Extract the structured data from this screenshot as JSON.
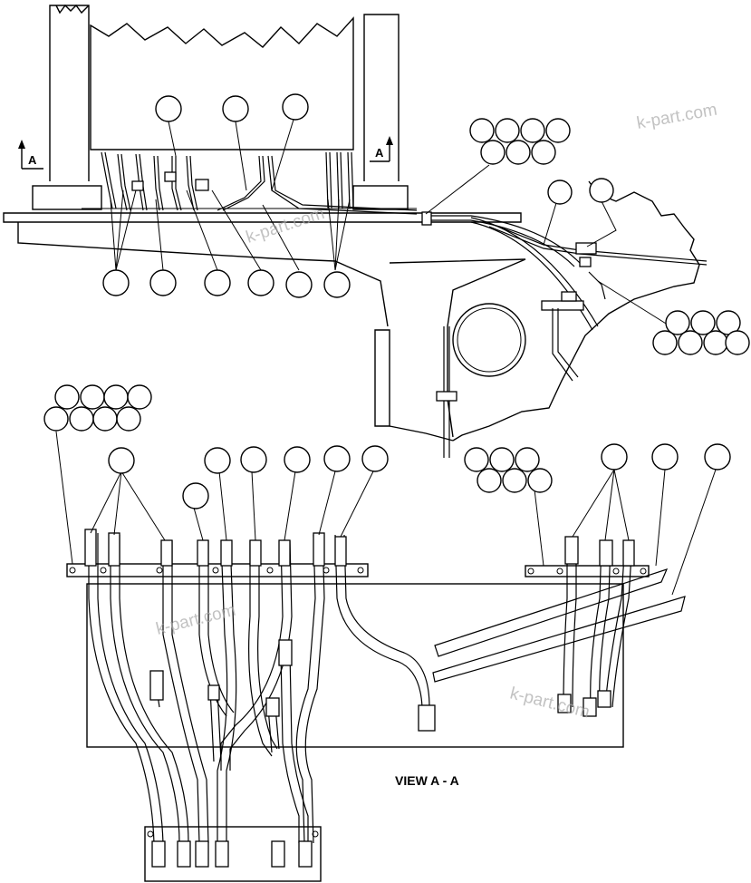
{
  "labels": {
    "section_mark_left": "A",
    "section_mark_right": "A",
    "view_title": "VIEW A - A"
  },
  "watermark": "k-part.com",
  "colors": {
    "line": "#000000",
    "watermark": "#a9a9a9",
    "background": "#ffffff"
  }
}
